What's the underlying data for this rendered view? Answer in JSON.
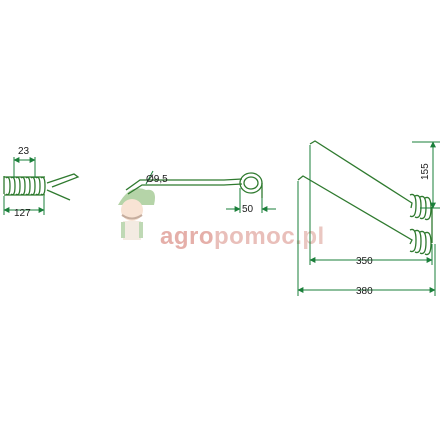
{
  "drawing": {
    "stroke_color": "#2f7a2f",
    "dimension_color": "#1a7f3a",
    "text_color": "#1a1a1a"
  },
  "dimensions": {
    "coil_width": "23",
    "coil_length": "127",
    "wire_diameter": "Ø9,5",
    "eye_offset": "50",
    "tine_height": "155",
    "tine_inner_length": "350",
    "tine_total_length": "380"
  },
  "watermark": {
    "brand_prefix": "agro",
    "brand_middle": "pomoc",
    "brand_suffix": ".pl",
    "prefix_color": "#e3a7a0",
    "middle_color": "#e7b9b3",
    "suffix_color": "#e8c1bb",
    "mascot_icon": "farmer-mascot-icon"
  }
}
